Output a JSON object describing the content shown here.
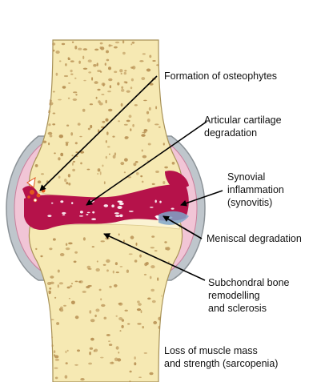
{
  "labels": {
    "osteophytes": [
      "Formation of osteophytes"
    ],
    "cartilage": [
      "Articular cartilage",
      "degradation"
    ],
    "synovitis": [
      "Synovial",
      "inflammation",
      "(synovitis)"
    ],
    "meniscus": [
      "Meniscal degradation"
    ],
    "subchondral": [
      "Subchondral bone",
      "remodelling",
      "and sclerosis"
    ],
    "muscle": [
      "Loss of muscle mass",
      "and strength (sarcopenia)"
    ]
  },
  "colors": {
    "bone": "#f6e9b3",
    "bone_pores": "#b78f52",
    "capsule": "#bfc6cc",
    "synovium": "#f1c5d6",
    "inflammation": "#b5124a",
    "osteophyte": "#e2561e",
    "leader_line": "#000000"
  }
}
